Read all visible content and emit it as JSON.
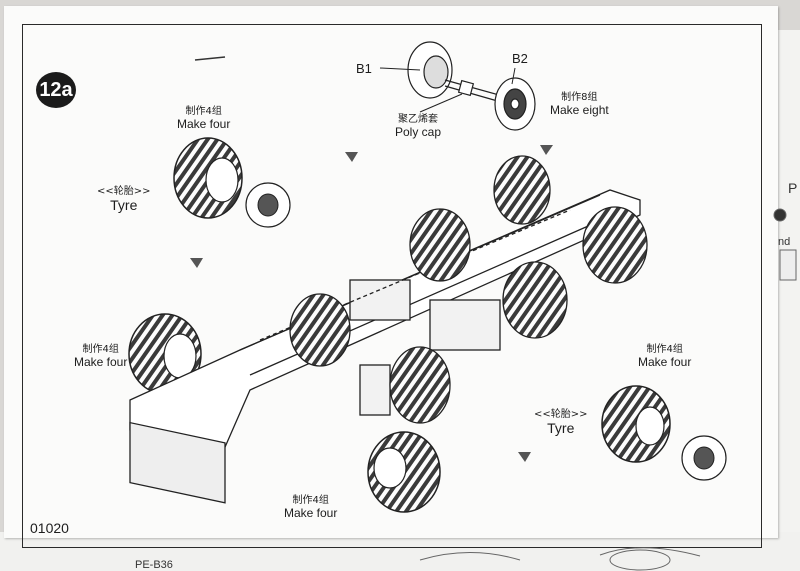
{
  "step": "12a",
  "labels": {
    "b1": "B1",
    "b2": "B2",
    "poly_cap_cn": "聚乙烯套",
    "poly_cap_en": "Poly cap",
    "make_eight_cn": "制作8组",
    "make_eight_en": "Make eight",
    "make_four_cn": "制作4组",
    "make_four_en": "Make four",
    "tyre_cn": "<<轮胎>>",
    "tyre_en": "Tyre"
  },
  "footer_code": "01020",
  "edge": {
    "right_p": "P",
    "right_nd": "nd",
    "bottom_code": "PE-B36"
  }
}
